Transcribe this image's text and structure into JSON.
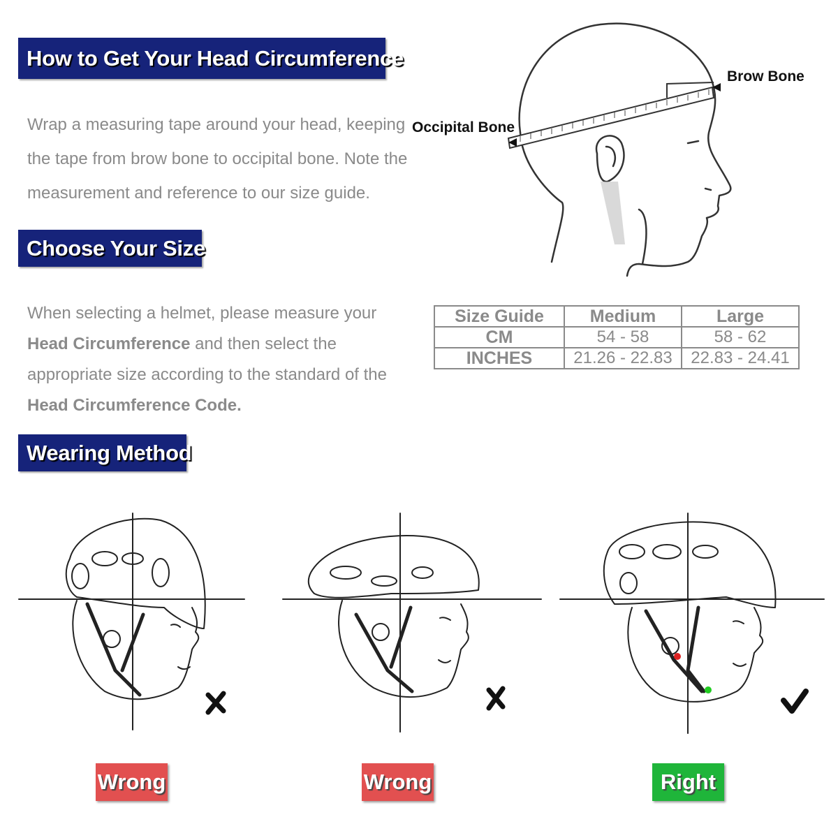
{
  "section1": {
    "title": "How to Get Your Head Circumference",
    "lines": [
      "Wrap a measuring tape around your head, keeping",
      "the tape from brow bone to occipital bone. Note the",
      "measurement and reference to our size guide."
    ],
    "diagram": {
      "occipital_label": "Occipital Bone",
      "brow_label": "Brow Bone"
    }
  },
  "section2": {
    "title": "Choose Your Size",
    "lines": {
      "l1": "When selecting a helmet, please measure your",
      "l2_bold": "Head Circumference",
      "l2_rest": " and then select the",
      "l3": "appropriate size according to the standard of the",
      "l4_bold": "Head Circumference Code."
    },
    "size_table": {
      "headers": [
        "Size Guide",
        "Medium",
        "Large"
      ],
      "rows": [
        [
          "CM",
          "54 - 58",
          "58 - 62"
        ],
        [
          "INCHES",
          "21.26 - 22.83",
          "22.83 - 24.41"
        ]
      ]
    }
  },
  "section3": {
    "title": "Wearing Method",
    "examples": [
      {
        "label": "Wrong",
        "mark": "cross-icon",
        "color": "#e25050"
      },
      {
        "label": "Wrong",
        "mark": "cross-icon",
        "color": "#e25050"
      },
      {
        "label": "Right",
        "mark": "check-icon",
        "color": "#1fb53a"
      }
    ]
  },
  "colors": {
    "banner": "#16237a",
    "body_text": "#8a8a8a"
  }
}
